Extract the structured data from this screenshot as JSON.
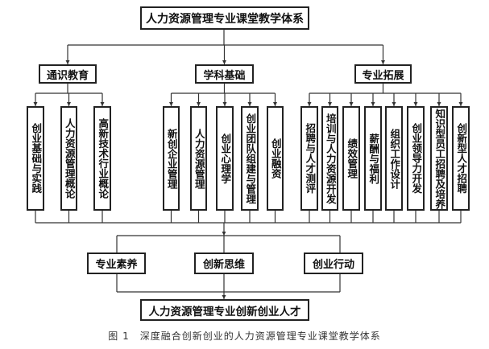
{
  "title": "人力资源管理专业课堂教学体系",
  "categories": [
    {
      "label": "通识教育",
      "courses": [
        "创业基础与实践",
        "人力资源管理概论",
        "高新技术行业概论"
      ]
    },
    {
      "label": "学科基础",
      "courses": [
        "新创企业管理",
        "人力资源管理",
        "创业心理学",
        "创业团队组建与管理",
        "创业融资"
      ]
    },
    {
      "label": "专业拓展",
      "courses": [
        "招聘与人才测评",
        "培训与人力资源开发",
        "绩效管理",
        "薪酬与福利",
        "组织工作设计",
        "创业领导力开发",
        "知识型员工招聘及培养",
        "创新型人才招聘"
      ]
    }
  ],
  "qualities": [
    "专业素养",
    "创新思维",
    "创业行动"
  ],
  "outcome": "人力资源管理专业创新创业人才",
  "caption": "图 1　深度融合创新创业的人力资源管理专业课堂教学体系"
}
